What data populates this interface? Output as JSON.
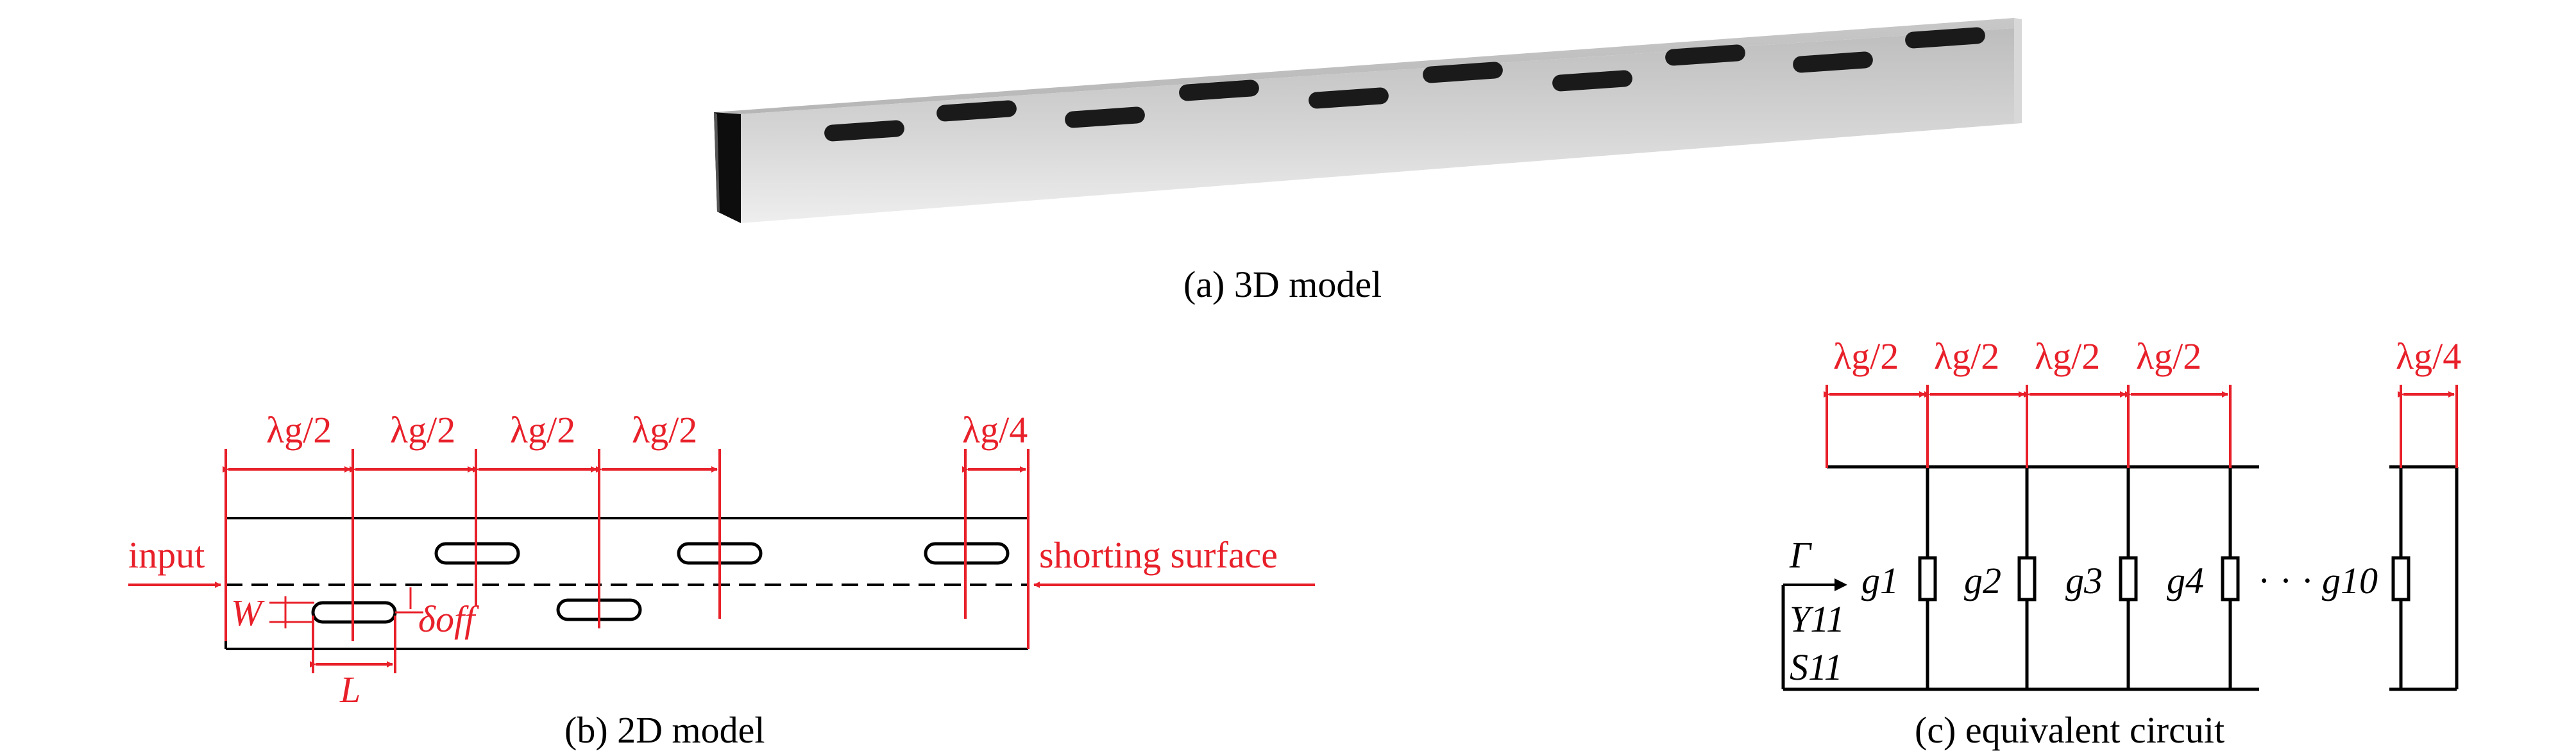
{
  "captions": {
    "a": "(a) 3D model",
    "b": "(b) 2D model",
    "c": "(c) equivalent circuit"
  },
  "model_2d": {
    "spacing_labels": [
      "λg/2",
      "λg/2",
      "λg/2",
      "λg/2",
      "λg/4"
    ],
    "input_label": "input",
    "shorting_label": "shorting surface",
    "w_label": "W",
    "l_label": "L",
    "offset_label": "δoff"
  },
  "circuit": {
    "spacing_labels": [
      "λg/2",
      "λg/2",
      "λg/2",
      "λg/2",
      "λg/4"
    ],
    "gamma_label": "Γ",
    "y11_label": "Y11",
    "s11_label": "S11",
    "g_labels": [
      "g1",
      "g2",
      "g3",
      "g4",
      "g10"
    ],
    "ellipsis": "· · ·"
  },
  "colors": {
    "annotation": "#e8202a",
    "line": "#000000",
    "waveguide_top": "#cfcfcf",
    "waveguide_side": "#e6e6e6",
    "slot": "#1a1a1a"
  }
}
